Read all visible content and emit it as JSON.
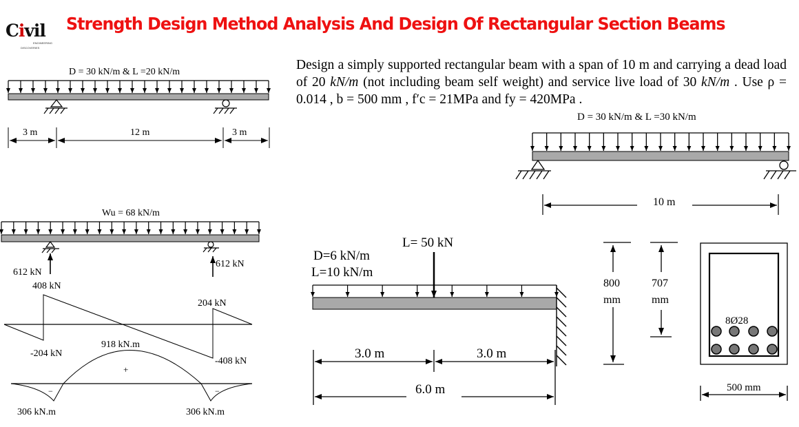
{
  "logo": {
    "text_pre": "C",
    "text_red": "i",
    "text_post": "vil",
    "sub1": "ENGINEERING",
    "sub2": "DISCOVERIES"
  },
  "title": "Strength Design Method Analysis And Design Of Rectangular Section Beams",
  "problem": {
    "line1": "Design a simply supported rectangular beam with a span of 10 m and carrying a",
    "line2_a": "dead load of 20 ",
    "line2_unit": "kN/m",
    "line2_b": " (not including beam self weight) and service live load of 30",
    "line3_unit": "kN/m",
    "line3_a": " . Use  ρ = 0.014 , b = 500 mm ,  f′c = 21MPa and  fy = 420MPa ."
  },
  "diagram1": {
    "load_label": "D = 30 kN/m &  L =20 kN/m",
    "dims": [
      "3 m",
      "12 m",
      "3 m"
    ]
  },
  "diagram2": {
    "load_label": "D = 30 kN/m &  L =30 kN/m",
    "span": "10 m"
  },
  "diagram3": {
    "load_label": "Wu = 68 kN/m",
    "reaction_left": "612 kN",
    "reaction_right": "612 kN",
    "shear_values": [
      "408 kN",
      "204 kN",
      "-204 kN",
      "-408 kN"
    ],
    "moment_max": "918 kN.m",
    "moment_sign_pos": "+",
    "moment_sign_neg": "−",
    "moment_neg_values": [
      "306 kN.m",
      "306 kN.m"
    ]
  },
  "diagram4": {
    "dead": "D=6 kN/m",
    "live": "L=10 kN/m",
    "point": "L= 50 kN",
    "dims": [
      "3.0 m",
      "3.0 m",
      "6.0 m"
    ]
  },
  "section": {
    "h_total": "800",
    "h_unit": "mm",
    "d_eff": "707",
    "d_unit": "mm",
    "bars": "8Ø28",
    "width": "500 mm"
  },
  "colors": {
    "title": "#ee1111",
    "beam": "#a9a9a9",
    "bar": "#777777"
  }
}
